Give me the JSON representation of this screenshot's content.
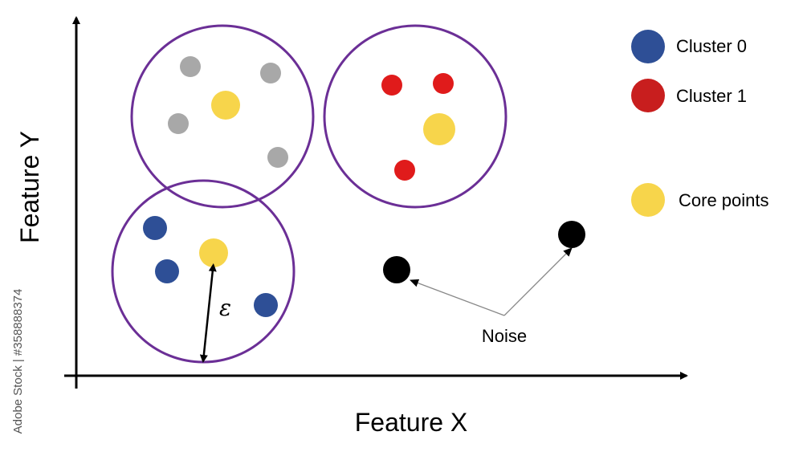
{
  "axes": {
    "x_label": "Feature X",
    "y_label": "Feature Y"
  },
  "legend": [
    {
      "label": "Cluster 0",
      "color": "#2e4f96"
    },
    {
      "label": "Cluster 1",
      "color": "#c81e1e"
    },
    {
      "label": "Core points",
      "color": "#f7d54b"
    }
  ],
  "annotations": {
    "noise_label": "Noise",
    "epsilon_symbol": "ε"
  },
  "watermark": {
    "text": "Adobe Stock | #358888374"
  },
  "colors": {
    "circle_outline": "#6b2f96",
    "cluster0": "#2e4f96",
    "cluster1": "#e01b1b",
    "core": "#f7d54b",
    "unassigned": "#a8a8a8",
    "noise": "#000000"
  }
}
